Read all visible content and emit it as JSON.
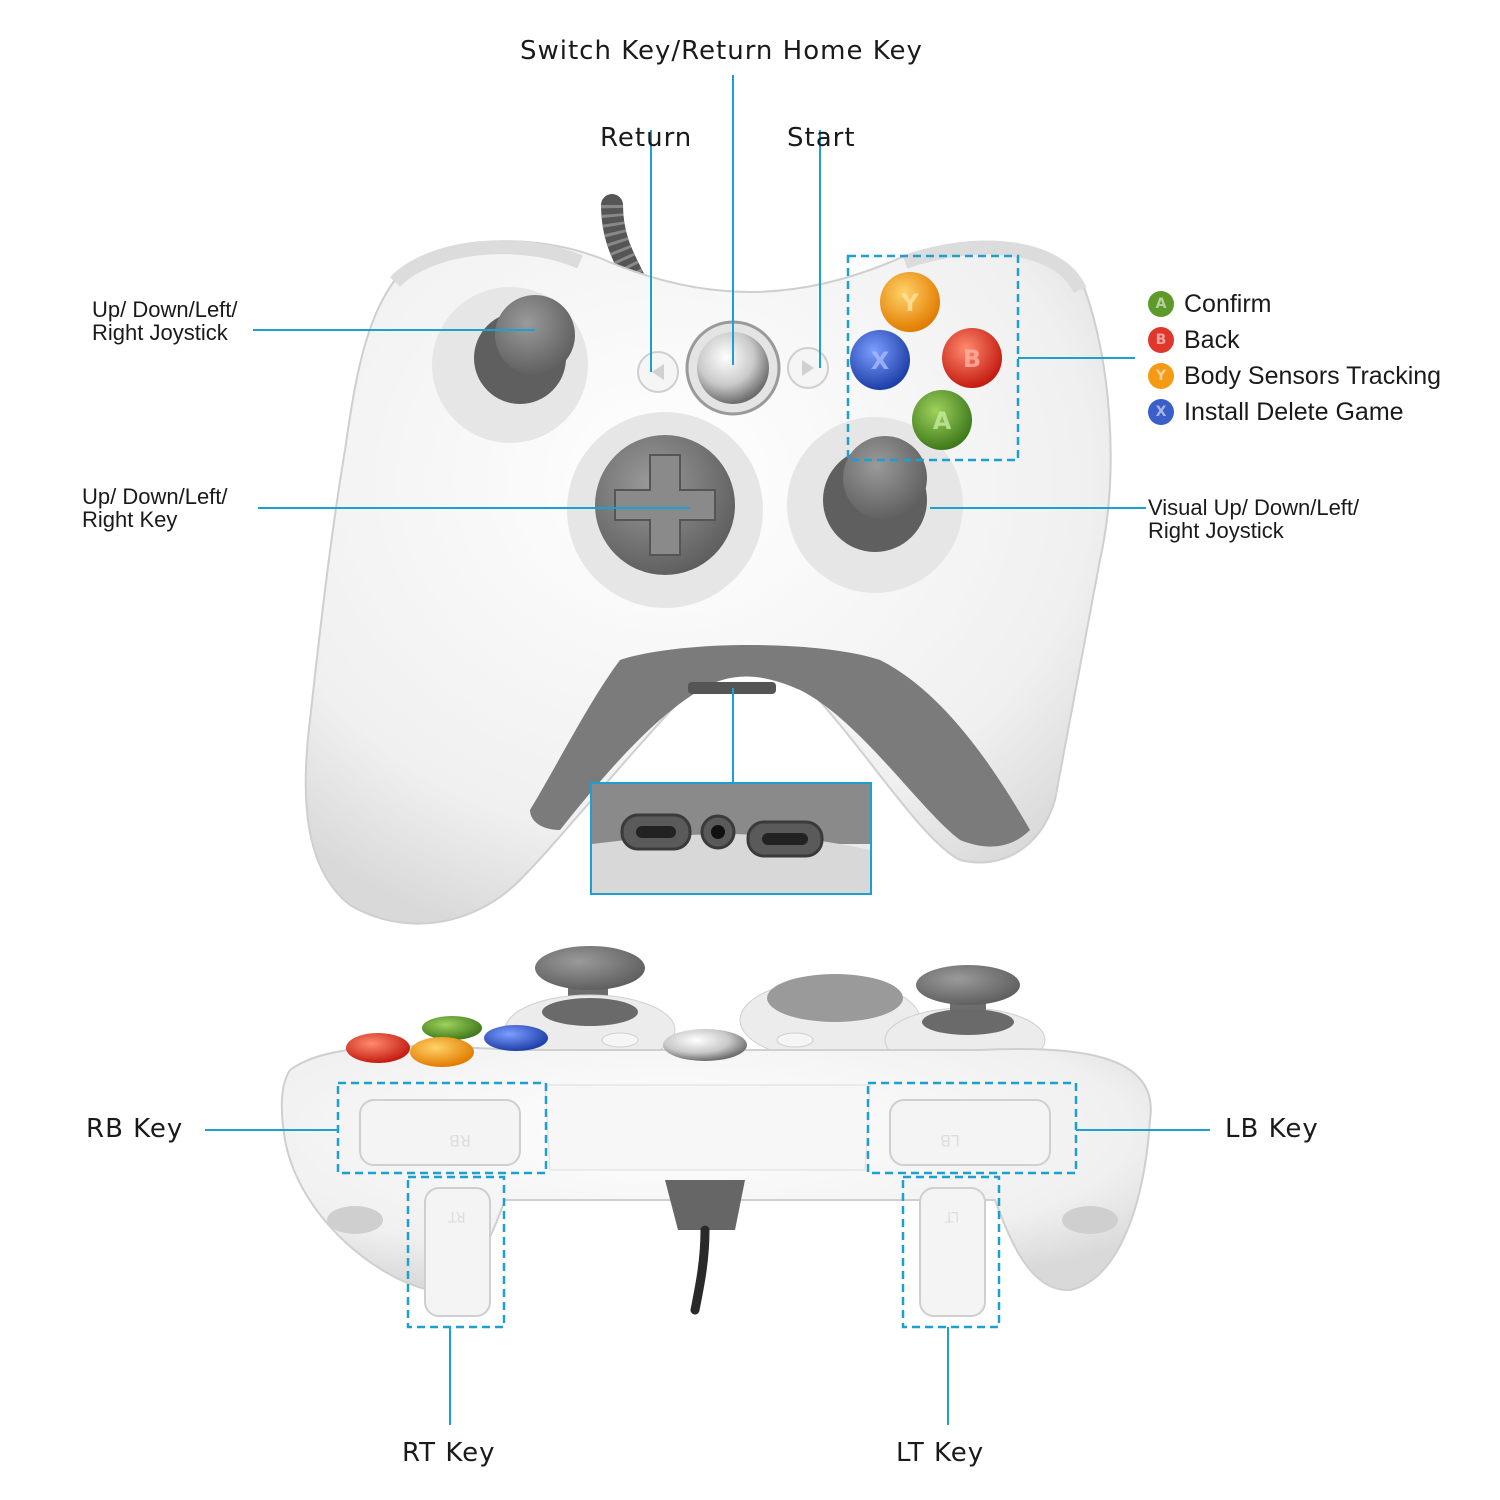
{
  "labels": {
    "switch_key": "Switch Key/Return Home Key",
    "return": "Return",
    "start": "Start",
    "left_joystick_line1": "Up/ Down/Left/",
    "left_joystick_line2": "Right Joystick",
    "dpad_line1": "Up/ Down/Left/",
    "dpad_line2": "Right Key",
    "right_joystick_line1": "Visual Up/ Down/Left/",
    "right_joystick_line2": "Right Joystick",
    "rb_key": "RB Key",
    "lb_key": "LB Key",
    "rt_key": "RT Key",
    "lt_key": "LT Key"
  },
  "button_letters": {
    "a": "A",
    "b": "B",
    "x": "X",
    "y": "Y"
  },
  "bumper_marks": {
    "rb": "RB",
    "lb": "LB",
    "rt": "RT",
    "lt": "LT"
  },
  "legend": [
    {
      "letter": "A",
      "label": "Confirm",
      "color": "#5e9a2a"
    },
    {
      "letter": "B",
      "label": "Back",
      "color": "#e0362b"
    },
    {
      "letter": "Y",
      "label": "Body Sensors Tracking",
      "color": "#f59a13"
    },
    {
      "letter": "X",
      "label": "Install Delete Game",
      "color": "#3a5fc8"
    }
  ],
  "colors": {
    "accent_line": "#1d9fd0",
    "controller_body": "#f2f2f2",
    "grey_part": "#7b7b7b"
  }
}
